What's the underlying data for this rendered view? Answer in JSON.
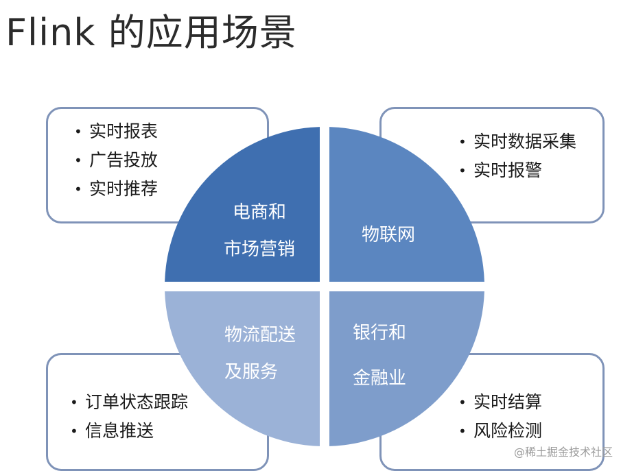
{
  "title": "Flink 的应用场景",
  "colors": {
    "quadrant_tl": "#3f6fb0",
    "quadrant_tr": "#5b86c0",
    "quadrant_bl": "#9bb2d7",
    "quadrant_br": "#7e9dcb",
    "box_border": "#7f93b8"
  },
  "quadrants": [
    {
      "id": "tl",
      "lines": [
        "电商和",
        "市场营销"
      ],
      "items": [
        "实时报表",
        "广告投放",
        "实时推荐"
      ]
    },
    {
      "id": "tr",
      "lines": [
        "物联网"
      ],
      "items": [
        "实时数据采集",
        "实时报警"
      ]
    },
    {
      "id": "bl",
      "lines": [
        "物流配送",
        "及服务"
      ],
      "items": [
        "订单状态跟踪",
        "信息推送"
      ]
    },
    {
      "id": "br",
      "lines": [
        "银行和",
        "金融业"
      ],
      "items": [
        "实时结算",
        "风险检测"
      ]
    }
  ],
  "watermark": "@稀土掘金技术社区"
}
